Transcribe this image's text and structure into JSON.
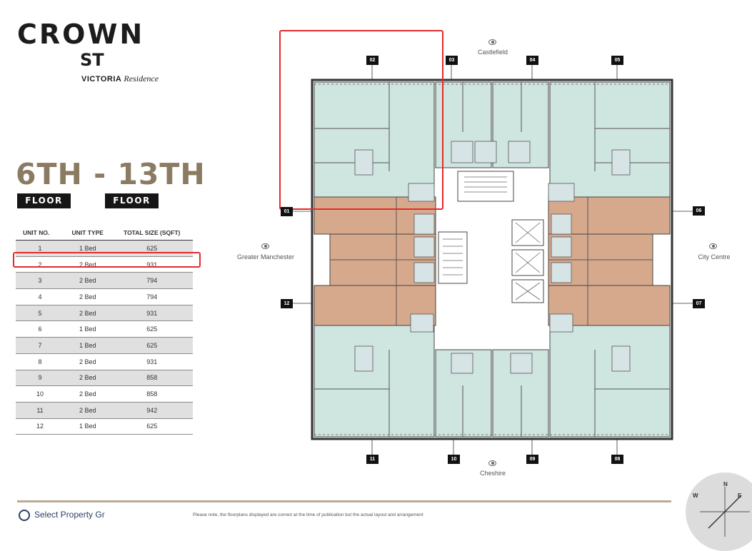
{
  "brand": {
    "name_top": "CROWN",
    "name_bottom": "ST",
    "sub_bold": "VICTORIA",
    "sub_italic": "Residence"
  },
  "floors": {
    "title": "6TH - 13TH",
    "badge_left": "FLOOR",
    "badge_right": "FLOOR"
  },
  "table": {
    "headers": [
      "UNIT NO.",
      "UNIT TYPE",
      "TOTAL SIZE (SQFT)"
    ],
    "rows": [
      [
        "1",
        "1 Bed",
        "625"
      ],
      [
        "2",
        "2 Bed",
        "931"
      ],
      [
        "3",
        "2 Bed",
        "794"
      ],
      [
        "4",
        "2 Bed",
        "794"
      ],
      [
        "5",
        "2 Bed",
        "931"
      ],
      [
        "6",
        "1 Bed",
        "625"
      ],
      [
        "7",
        "1 Bed",
        "625"
      ],
      [
        "8",
        "2 Bed",
        "931"
      ],
      [
        "9",
        "2 Bed",
        "858"
      ],
      [
        "10",
        "2 Bed",
        "858"
      ],
      [
        "11",
        "2 Bed",
        "942"
      ],
      [
        "12",
        "1 Bed",
        "625"
      ]
    ]
  },
  "views": {
    "top": "Castlefield",
    "left": "Greater Manchester",
    "right": "City Centre",
    "bottom": "Cheshire"
  },
  "unit_tags": {
    "t01": "01",
    "t02": "02",
    "t03": "03",
    "t04": "04",
    "t05": "05",
    "t06": "06",
    "t07": "07",
    "t08": "08",
    "t09": "09",
    "t10": "10",
    "t11": "11",
    "t12": "12"
  },
  "footer": {
    "company": "Select Property Gr",
    "note": "Please note, the floorplans displayed are correct at the time of publication but the actual layout and arrangement"
  },
  "compass": {
    "n": "N",
    "e": "E",
    "w": "W"
  },
  "colors": {
    "unit_green": "#cfe5e0",
    "unit_terracotta": "#d6a98d",
    "title_brown": "#8b7b63",
    "highlight": "#e52a2a"
  }
}
